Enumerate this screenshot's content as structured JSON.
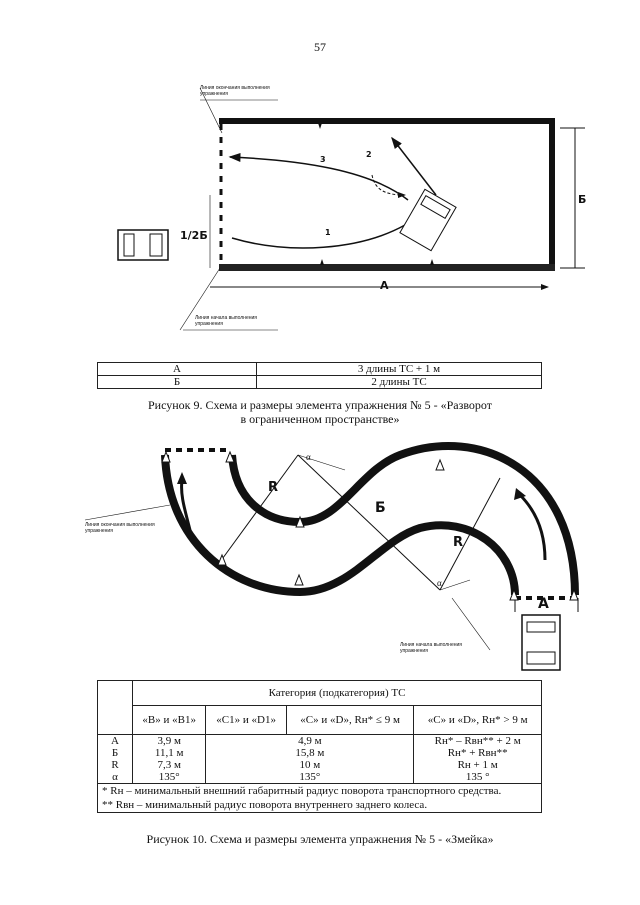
{
  "page_number": "57",
  "figure9": {
    "finish_line_label": "Линия окончания выполнения упражнения",
    "start_line_label": "Линия начала выполнения упражнения",
    "dim_a": "А",
    "dim_b": "Б",
    "dim_half_b": "1/2Б",
    "path_labels": [
      "1",
      "2",
      "3"
    ],
    "table": [
      {
        "param": "А",
        "value": "3 длины ТС + 1 м"
      },
      {
        "param": "Б",
        "value": "2 длины ТС"
      }
    ],
    "caption_line1": "Рисунок 9. Схема и размеры элемента упражнения № 5 - «Разворот",
    "caption_line2": "в ограниченном пространстве»"
  },
  "figure10": {
    "finish_line_label": "Линия окончания выполнения упражнения",
    "start_line_label": "Линия начала выполнения упражнения",
    "dim_r": "R",
    "dim_b": "Б",
    "dim_a": "А",
    "angle": "α",
    "table": {
      "header": "Категория (подкатегория) ТС",
      "columns": [
        "«В» и «В1»",
        "«C1» и «D1»",
        "«C» и «D», Rн* ≤ 9 м",
        "«C» и «D», Rн* > 9 м"
      ],
      "rows": [
        {
          "param": "А",
          "b": "3,9 м",
          "mid": "4,9 м",
          "c": "Rн* – Rвн** + 2 м"
        },
        {
          "param": "Б",
          "b": "11,1 м",
          "mid": "15,8 м",
          "c": "Rн* + Rвн**"
        },
        {
          "param": "R",
          "b": "7,3 м",
          "mid": "10 м",
          "c": "Rн + 1 м"
        },
        {
          "param": "α",
          "b": "135°",
          "mid": "135°",
          "c": "135 °"
        }
      ],
      "note1": "* Rн – минимальный внешний габаритный радиус поворота транспортного средства.",
      "note2": "** Rвн – минимальный радиус поворота внутреннего заднего колеса."
    },
    "caption": "Рисунок 10. Схема и размеры элемента упражнения № 5 - «Змейка»"
  }
}
